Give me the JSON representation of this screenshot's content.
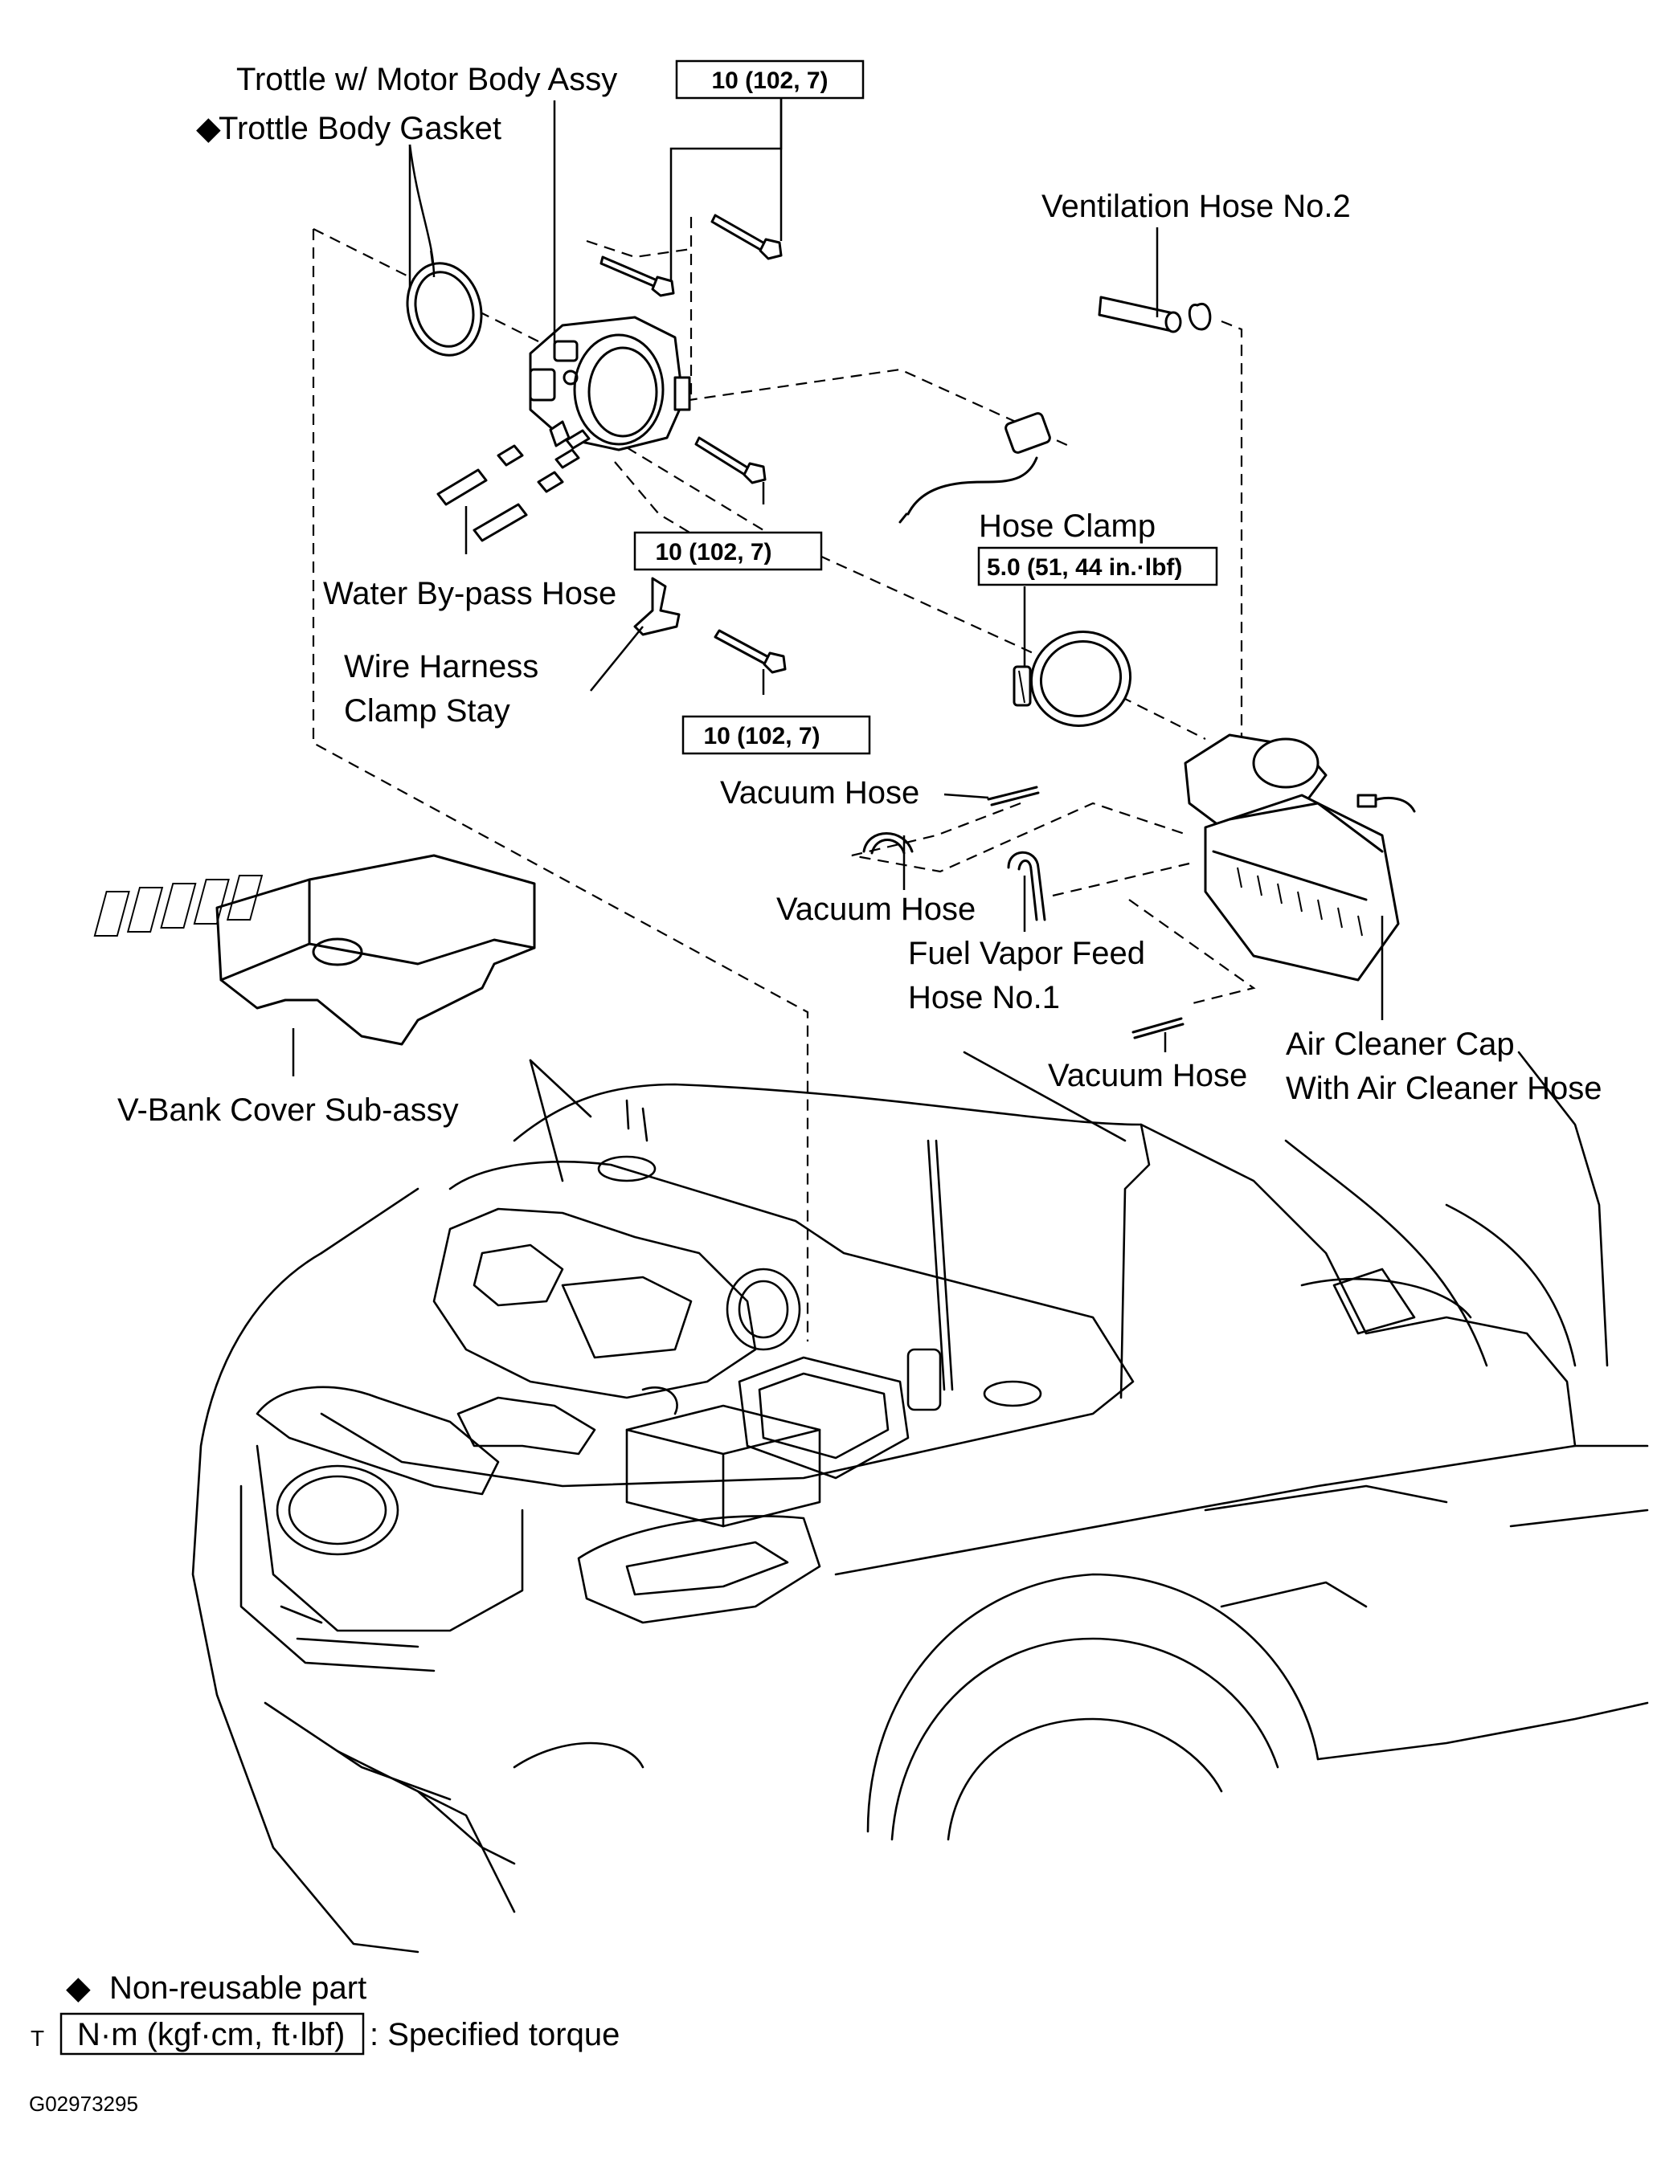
{
  "labels": {
    "throttle_body": "Trottle w/ Motor Body Assy",
    "gasket_symbol": "◆",
    "gasket": "Trottle Body Gasket",
    "ventilation_hose": "Ventilation Hose No.2",
    "hose_clamp": "Hose Clamp",
    "water_bypass_hose": "Water By-pass Hose",
    "wire_harness_line1": "Wire Harness",
    "wire_harness_line2": "Clamp Stay",
    "vacuum_hose_1": "Vacuum Hose",
    "vacuum_hose_2": "Vacuum Hose",
    "vacuum_hose_3": "Vacuum Hose",
    "fuel_vapor_line1": "Fuel Vapor Feed",
    "fuel_vapor_line2": "Hose No.1",
    "air_cleaner_line1": "Air Cleaner Cap",
    "air_cleaner_line2": "With Air Cleaner Hose",
    "vbank_cover": "V-Bank  Cover  Sub-assy"
  },
  "torques": {
    "top": "10 (102, 7)",
    "middle": "10 (102, 7)",
    "bottom": "10 (102, 7)",
    "hose_clamp": "5.0 (51, 44 in.·lbf)"
  },
  "legend": {
    "nonreusable_symbol": "◆",
    "nonreusable_text": "Non-reusable part",
    "torque_prefix": "T",
    "torque_unit": "N·m (kgf·cm, ft·lbf)",
    "torque_text": ": Specified torque"
  },
  "figure_id": "G02973295"
}
